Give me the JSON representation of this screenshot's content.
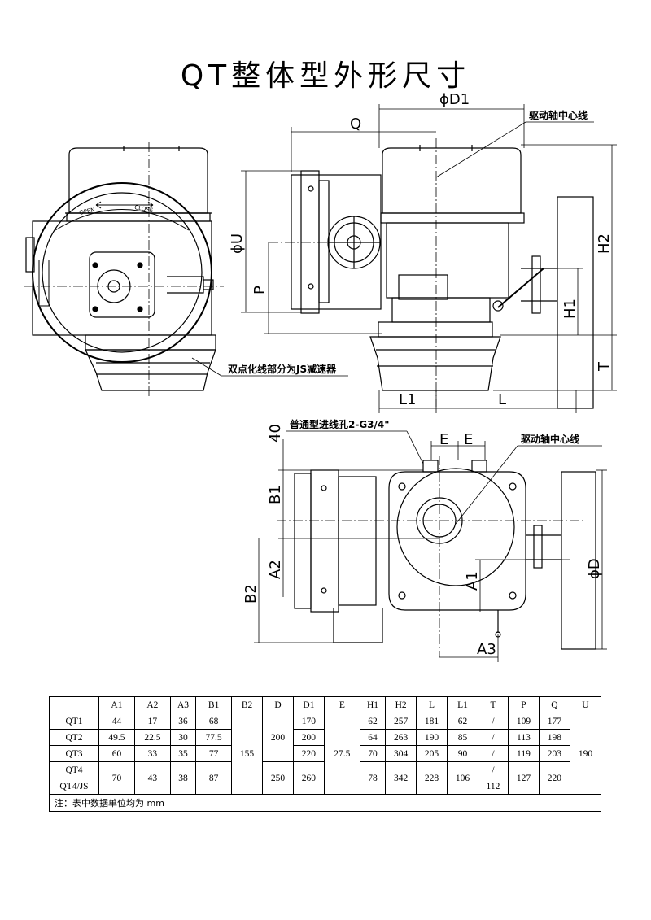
{
  "title": "QT整体型外形尺寸",
  "labels": {
    "phi_d1": "ϕD1",
    "q": "Q",
    "u": "ϕU",
    "p": "P",
    "h1": "H1",
    "h2": "H2",
    "t": "T",
    "l1": "L1",
    "l": "L",
    "forty": "40",
    "e1": "E",
    "e2": "E",
    "b1": "B1",
    "a2": "A2",
    "b2": "B2",
    "a1": "A1",
    "a3": "A3",
    "phi_d": "ϕD",
    "open": "OPEN",
    "close": "CLOSE",
    "note_drive_shaft_top": "驱动轴中心线",
    "note_drive_shaft_bottom": "驱动轴中心线",
    "note_js_reducer": "双点化线部分为JS减速器",
    "note_cable_hole": "普通型进线孔2-G3/4\""
  },
  "table": {
    "headers": [
      "",
      "A1",
      "A2",
      "A3",
      "B1",
      "B2",
      "D",
      "D1",
      "E",
      "H1",
      "H2",
      "L",
      "L1",
      "T",
      "P",
      "Q",
      "U"
    ],
    "rows": {
      "qt1": {
        "model": "QT1",
        "a1": "44",
        "a2": "17",
        "a3": "36",
        "b1": "68",
        "d1": "170",
        "h1": "62",
        "h2": "257",
        "l": "181",
        "l1": "62",
        "t": "/",
        "p": "109",
        "q": "177"
      },
      "qt2": {
        "model": "QT2",
        "a1": "49.5",
        "a2": "22.5",
        "a3": "30",
        "b1": "77.5",
        "d1": "200",
        "h1": "64",
        "h2": "263",
        "l": "190",
        "l1": "85",
        "t": "/",
        "p": "113",
        "q": "198"
      },
      "qt3": {
        "model": "QT3",
        "a1": "60",
        "a2": "33",
        "a3": "35",
        "b1": "77",
        "d1": "220",
        "h1": "70",
        "h2": "304",
        "l": "205",
        "l1": "90",
        "t": "/",
        "p": "119",
        "q": "203"
      },
      "qt4": {
        "model": "QT4",
        "t": "/"
      },
      "qt4js": {
        "model": "QT4/JS",
        "t": "112"
      },
      "qt4_shared": {
        "a1": "70",
        "a2": "43",
        "a3": "38",
        "b1": "87",
        "d": "250",
        "d1": "260",
        "h1": "78",
        "h2": "342",
        "l": "228",
        "l1": "106",
        "p": "127",
        "q": "220"
      },
      "merged": {
        "b2": "155",
        "d_qt123": "200",
        "e": "27.5",
        "u": "190"
      }
    },
    "note": "注：表中数据单位均为 mm"
  }
}
